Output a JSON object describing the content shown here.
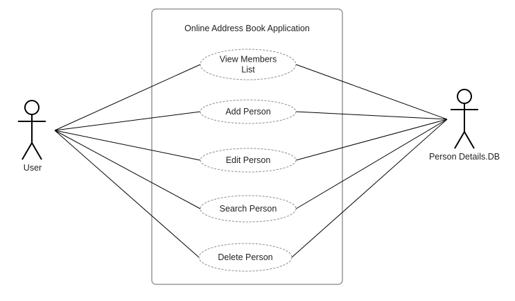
{
  "system": {
    "title": "Online Address Book Application"
  },
  "actors": {
    "user": {
      "label": "User"
    },
    "db": {
      "label": "Person Details.DB"
    }
  },
  "use_cases": [
    {
      "id": "view-members-list",
      "lines": [
        "View Members",
        "List"
      ]
    },
    {
      "id": "add-person",
      "lines": [
        "Add Person"
      ]
    },
    {
      "id": "edit-person",
      "lines": [
        "Edit Person"
      ]
    },
    {
      "id": "search-person",
      "lines": [
        "Search Person"
      ]
    },
    {
      "id": "delete-person",
      "lines": [
        "Delete Person"
      ]
    }
  ],
  "associations": [
    {
      "from": "user",
      "to": "view-members-list"
    },
    {
      "from": "user",
      "to": "add-person"
    },
    {
      "from": "user",
      "to": "edit-person"
    },
    {
      "from": "user",
      "to": "search-person"
    },
    {
      "from": "user",
      "to": "delete-person"
    },
    {
      "from": "db",
      "to": "view-members-list"
    },
    {
      "from": "db",
      "to": "add-person"
    },
    {
      "from": "db",
      "to": "edit-person"
    },
    {
      "from": "db",
      "to": "search-person"
    },
    {
      "from": "db",
      "to": "delete-person"
    }
  ]
}
